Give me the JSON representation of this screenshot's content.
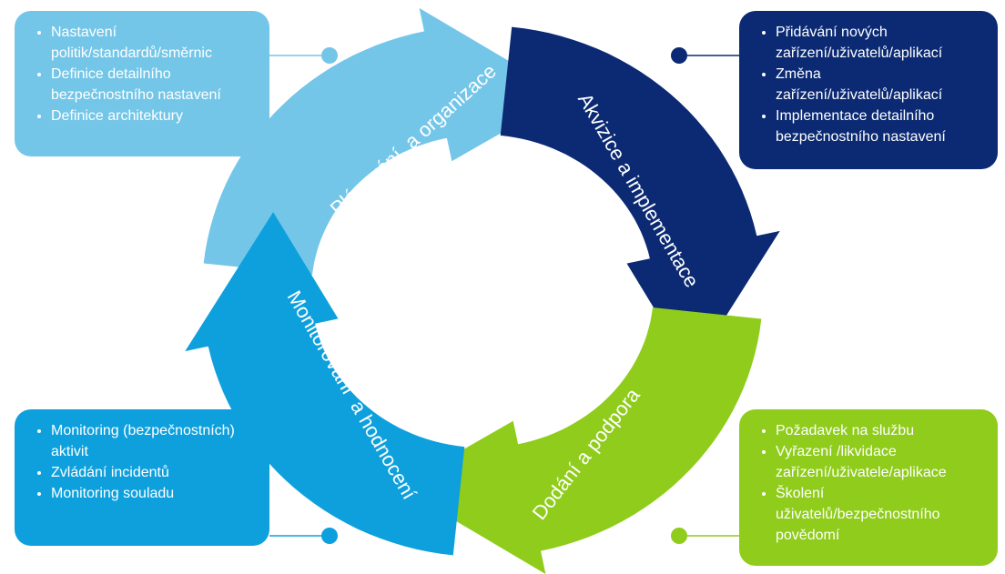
{
  "cycle": {
    "stages": [
      {
        "key": "plan",
        "label": "Plánování  a organizace",
        "color": "#74c6e8"
      },
      {
        "key": "acq",
        "label": "Akvizice a implementace",
        "color": "#0b2a73"
      },
      {
        "key": "deliver",
        "label": "Dodání a podpora",
        "color": "#8fcc1b"
      },
      {
        "key": "monitor",
        "label": "Monitorování  a hodnocení",
        "color": "#0ea0dd"
      }
    ]
  },
  "boxes": {
    "top_left": {
      "color": "#74c6e8",
      "items": [
        "Nastavení politik/standardů/směrnic",
        "Definice detailního bezpečnostního nastavení",
        "Definice architektury"
      ]
    },
    "top_right": {
      "color": "#0b2a73",
      "items": [
        "Přidávání nových zařízení/uživatelů/aplikací",
        "Změna zařízení/uživatelů/aplikací",
        "Implementace detailního bezpečnostního nastavení"
      ]
    },
    "bottom_left": {
      "color": "#0ea0dd",
      "items": [
        "Monitoring (bezpečnostních) aktivit",
        "Zvládání incidentů",
        "Monitoring souladu"
      ]
    },
    "bottom_right": {
      "color": "#8fcc1b",
      "items": [
        "Požadavek na službu",
        "Vyřazení /likvidace zařízení/uživatele/aplikace",
        "Školení uživatelů/bezpečnostního povědomí"
      ]
    }
  }
}
